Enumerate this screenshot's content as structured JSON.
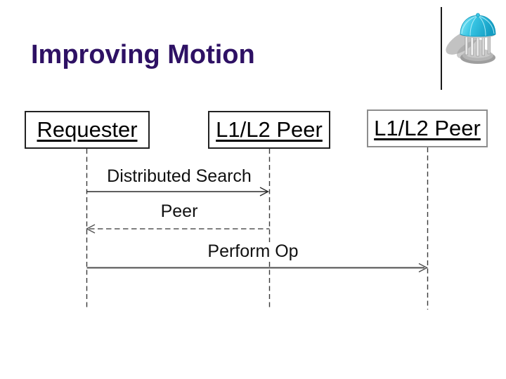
{
  "slide": {
    "title": "Improving Motion"
  },
  "branding": {
    "logo_icon": "old-well-gazebo-icon",
    "divider": "vertical-rule"
  },
  "colors": {
    "title_text": "#2e1164",
    "logo_dome": "#2fb9dc",
    "box_border_dark": "#222222",
    "box_border_gray": "#8d8d8d",
    "line_color": "#3a3a3a"
  },
  "diagram": {
    "actors": [
      {
        "label": "Requester"
      },
      {
        "label": "L1/L2 Peer"
      },
      {
        "label": "L1/L2 Peer"
      }
    ],
    "messages": [
      {
        "label": "Distributed Search",
        "from": "Requester",
        "to": "L1/L2 Peer (middle)",
        "line_style": "solid",
        "direction": "right"
      },
      {
        "label": "Peer",
        "from": "L1/L2 Peer (middle)",
        "to": "Requester",
        "line_style": "dashed",
        "direction": "left"
      },
      {
        "label": "Perform Op",
        "from": "Requester",
        "to": "L1/L2 Peer (right)",
        "line_style": "solid",
        "direction": "right"
      }
    ]
  }
}
